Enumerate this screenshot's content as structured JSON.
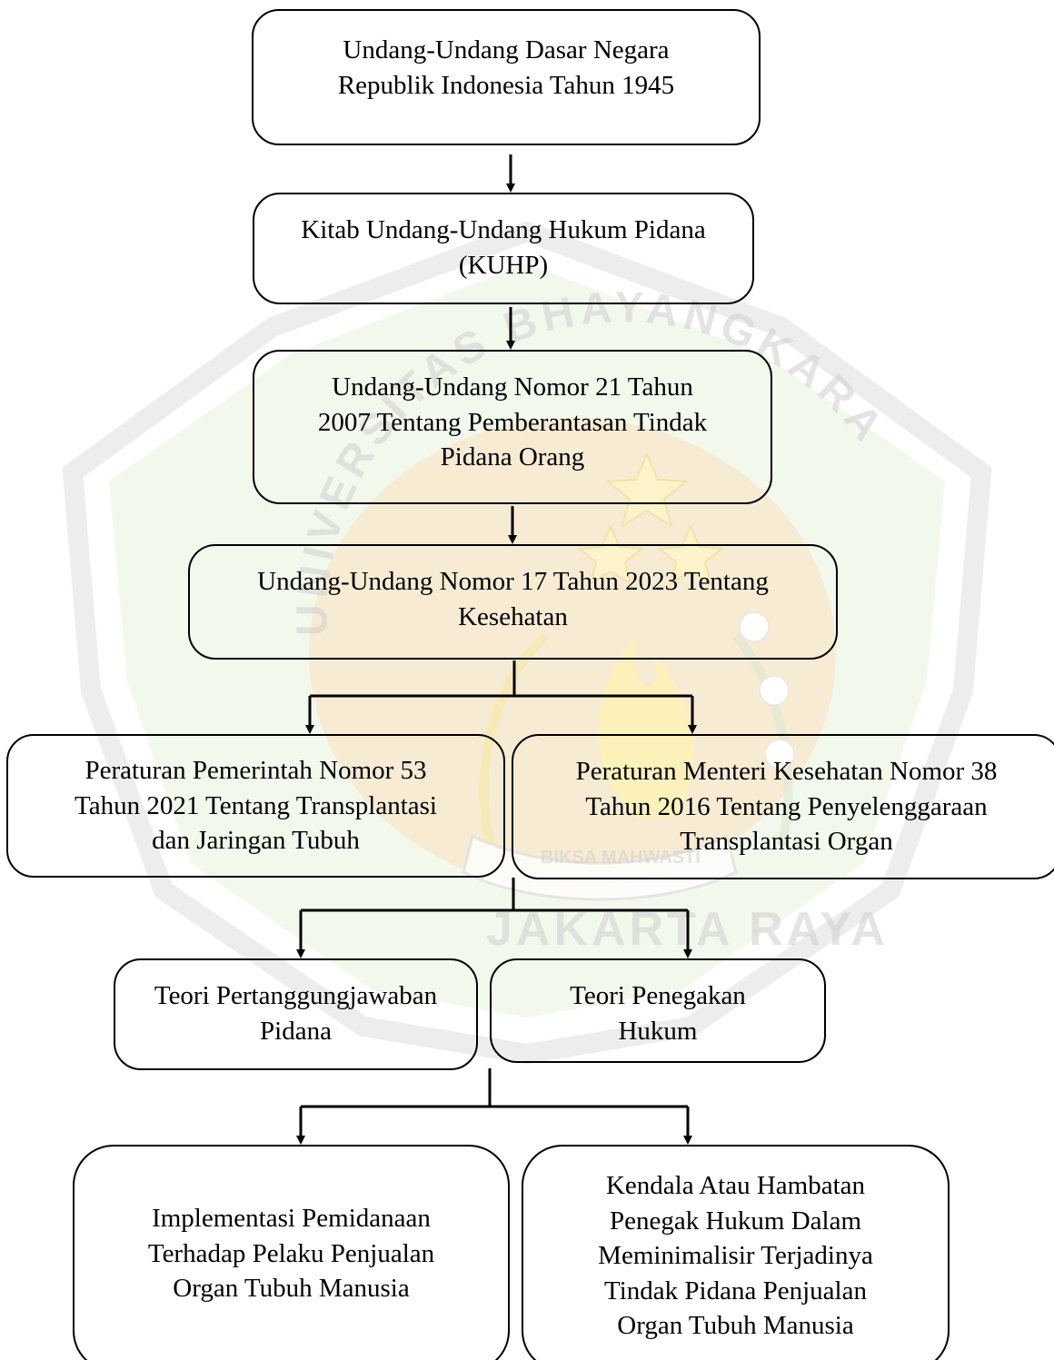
{
  "watermark": {
    "arc_text": "UNIVERSITAS BHAYANGKARA",
    "ribbon_text": "BIKSA MAHWASTI",
    "bottom_text": "JAKARTA RAYA"
  },
  "nodes": {
    "uud_1945": "Undang-Undang Dasar Negara\nRepublik Indonesia Tahun 1945",
    "kuhp": "Kitab Undang-Undang Hukum Pidana\n(KUHP)",
    "uu_21_2007": "Undang-Undang Nomor 21 Tahun\n2007 Tentang Pemberantasan Tindak\nPidana Orang",
    "uu_17_2023": "Undang-Undang Nomor 17 Tahun 2023 Tentang\nKesehatan",
    "pp_53_2021": "Peraturan Pemerintah Nomor 53\nTahun 2021 Tentang Transplantasi\ndan Jaringan Tubuh",
    "permenkes_38_2016": "Peraturan Menteri Kesehatan Nomor 38\nTahun 2016 Tentang Penyelenggaraan\nTransplantasi Organ",
    "teori_pertanggungjawaban": "Teori Pertanggungjawaban\nPidana",
    "teori_penegakan": "Teori Penegakan\nHukum",
    "implementasi": "Implementasi Pemidanaan\nTerhadap Pelaku Penjualan\nOrgan Tubuh Manusia",
    "kendala": "Kendala Atau Hambatan\nPenegak Hukum Dalam\nMeminimalisir Terjadinya\nTindak Pidana Penjualan\nOrgan Tubuh Manusia"
  }
}
